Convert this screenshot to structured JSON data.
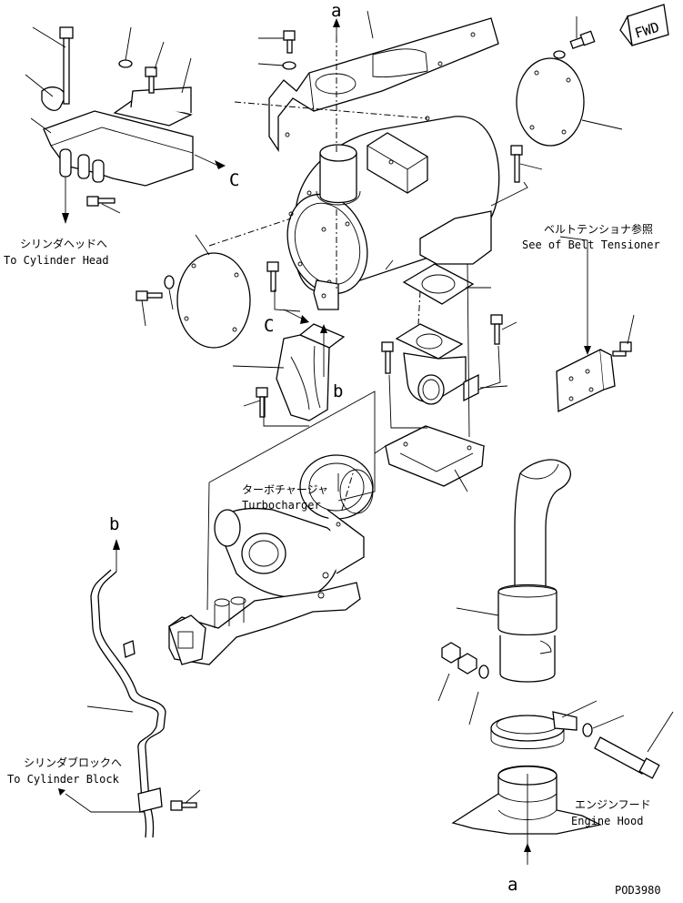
{
  "labels": {
    "to_cylinder_head_jp": "シリンダヘッドへ",
    "to_cylinder_head_en": "To Cylinder Head",
    "see_belt_tensioner_jp": "ベルトテンショナ参照",
    "see_belt_tensioner_en": "See of Belt Tensioner",
    "turbocharger_jp": "ターボチャージャ",
    "turbocharger_en": "Turbocharger",
    "to_cylinder_block_jp": "シリンダブロックへ",
    "to_cylinder_block_en": "To Cylinder Block",
    "engine_hood_jp": "エンジンフード",
    "engine_hood_en": "Engine Hood",
    "fwd": "FWD",
    "drawing_code": "POD3980"
  },
  "refs": {
    "a_top": "a",
    "a_bottom": "a",
    "b_mid": "b",
    "b_left": "b",
    "c_right": "C",
    "c_mid": "C"
  },
  "icons": {
    "fwd": "forward-direction-arrow-icon"
  }
}
